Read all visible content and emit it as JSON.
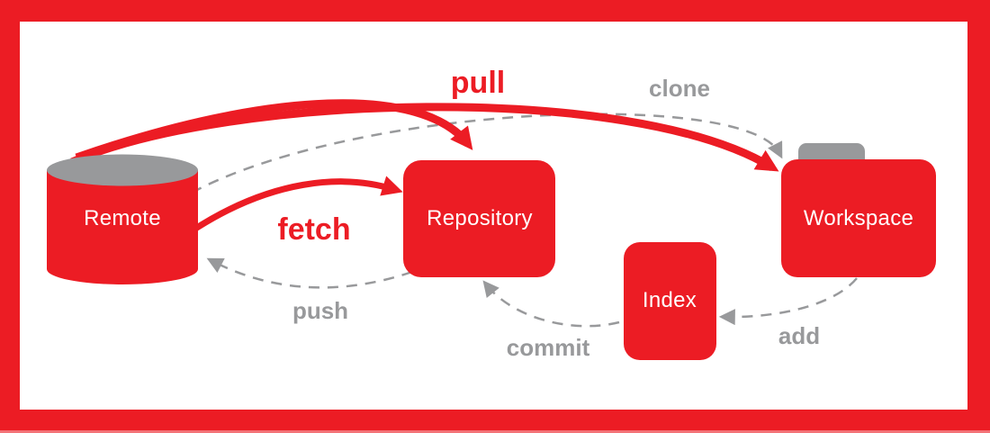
{
  "diagram": {
    "nodes": {
      "remote": {
        "label": "Remote",
        "shape": "cylinder"
      },
      "repository": {
        "label": "Repository",
        "shape": "rounded-rect"
      },
      "index": {
        "label": "Index",
        "shape": "rounded-rect"
      },
      "workspace": {
        "label": "Workspace",
        "shape": "folder"
      }
    },
    "edges": {
      "pull": {
        "label": "pull",
        "from": "remote",
        "to": [
          "repository",
          "workspace"
        ],
        "style": "solid-bold",
        "color": "#EC1C24"
      },
      "clone": {
        "label": "clone",
        "from": "remote",
        "to": [
          "workspace"
        ],
        "style": "dashed",
        "color": "#98999B"
      },
      "fetch": {
        "label": "fetch",
        "from": "remote",
        "to": [
          "repository"
        ],
        "style": "solid-bold",
        "color": "#EC1C24"
      },
      "push": {
        "label": "push",
        "from": "repository",
        "to": [
          "remote"
        ],
        "style": "dashed",
        "color": "#98999B"
      },
      "commit": {
        "label": "commit",
        "from": "index",
        "to": [
          "repository"
        ],
        "style": "dashed",
        "color": "#98999B"
      },
      "add": {
        "label": "add",
        "from": "workspace",
        "to": [
          "index"
        ],
        "style": "dashed",
        "color": "#98999B"
      }
    },
    "colors": {
      "accent_red": "#EC1C24",
      "muted_gray": "#98999B",
      "background": "#FFFFFF"
    }
  }
}
